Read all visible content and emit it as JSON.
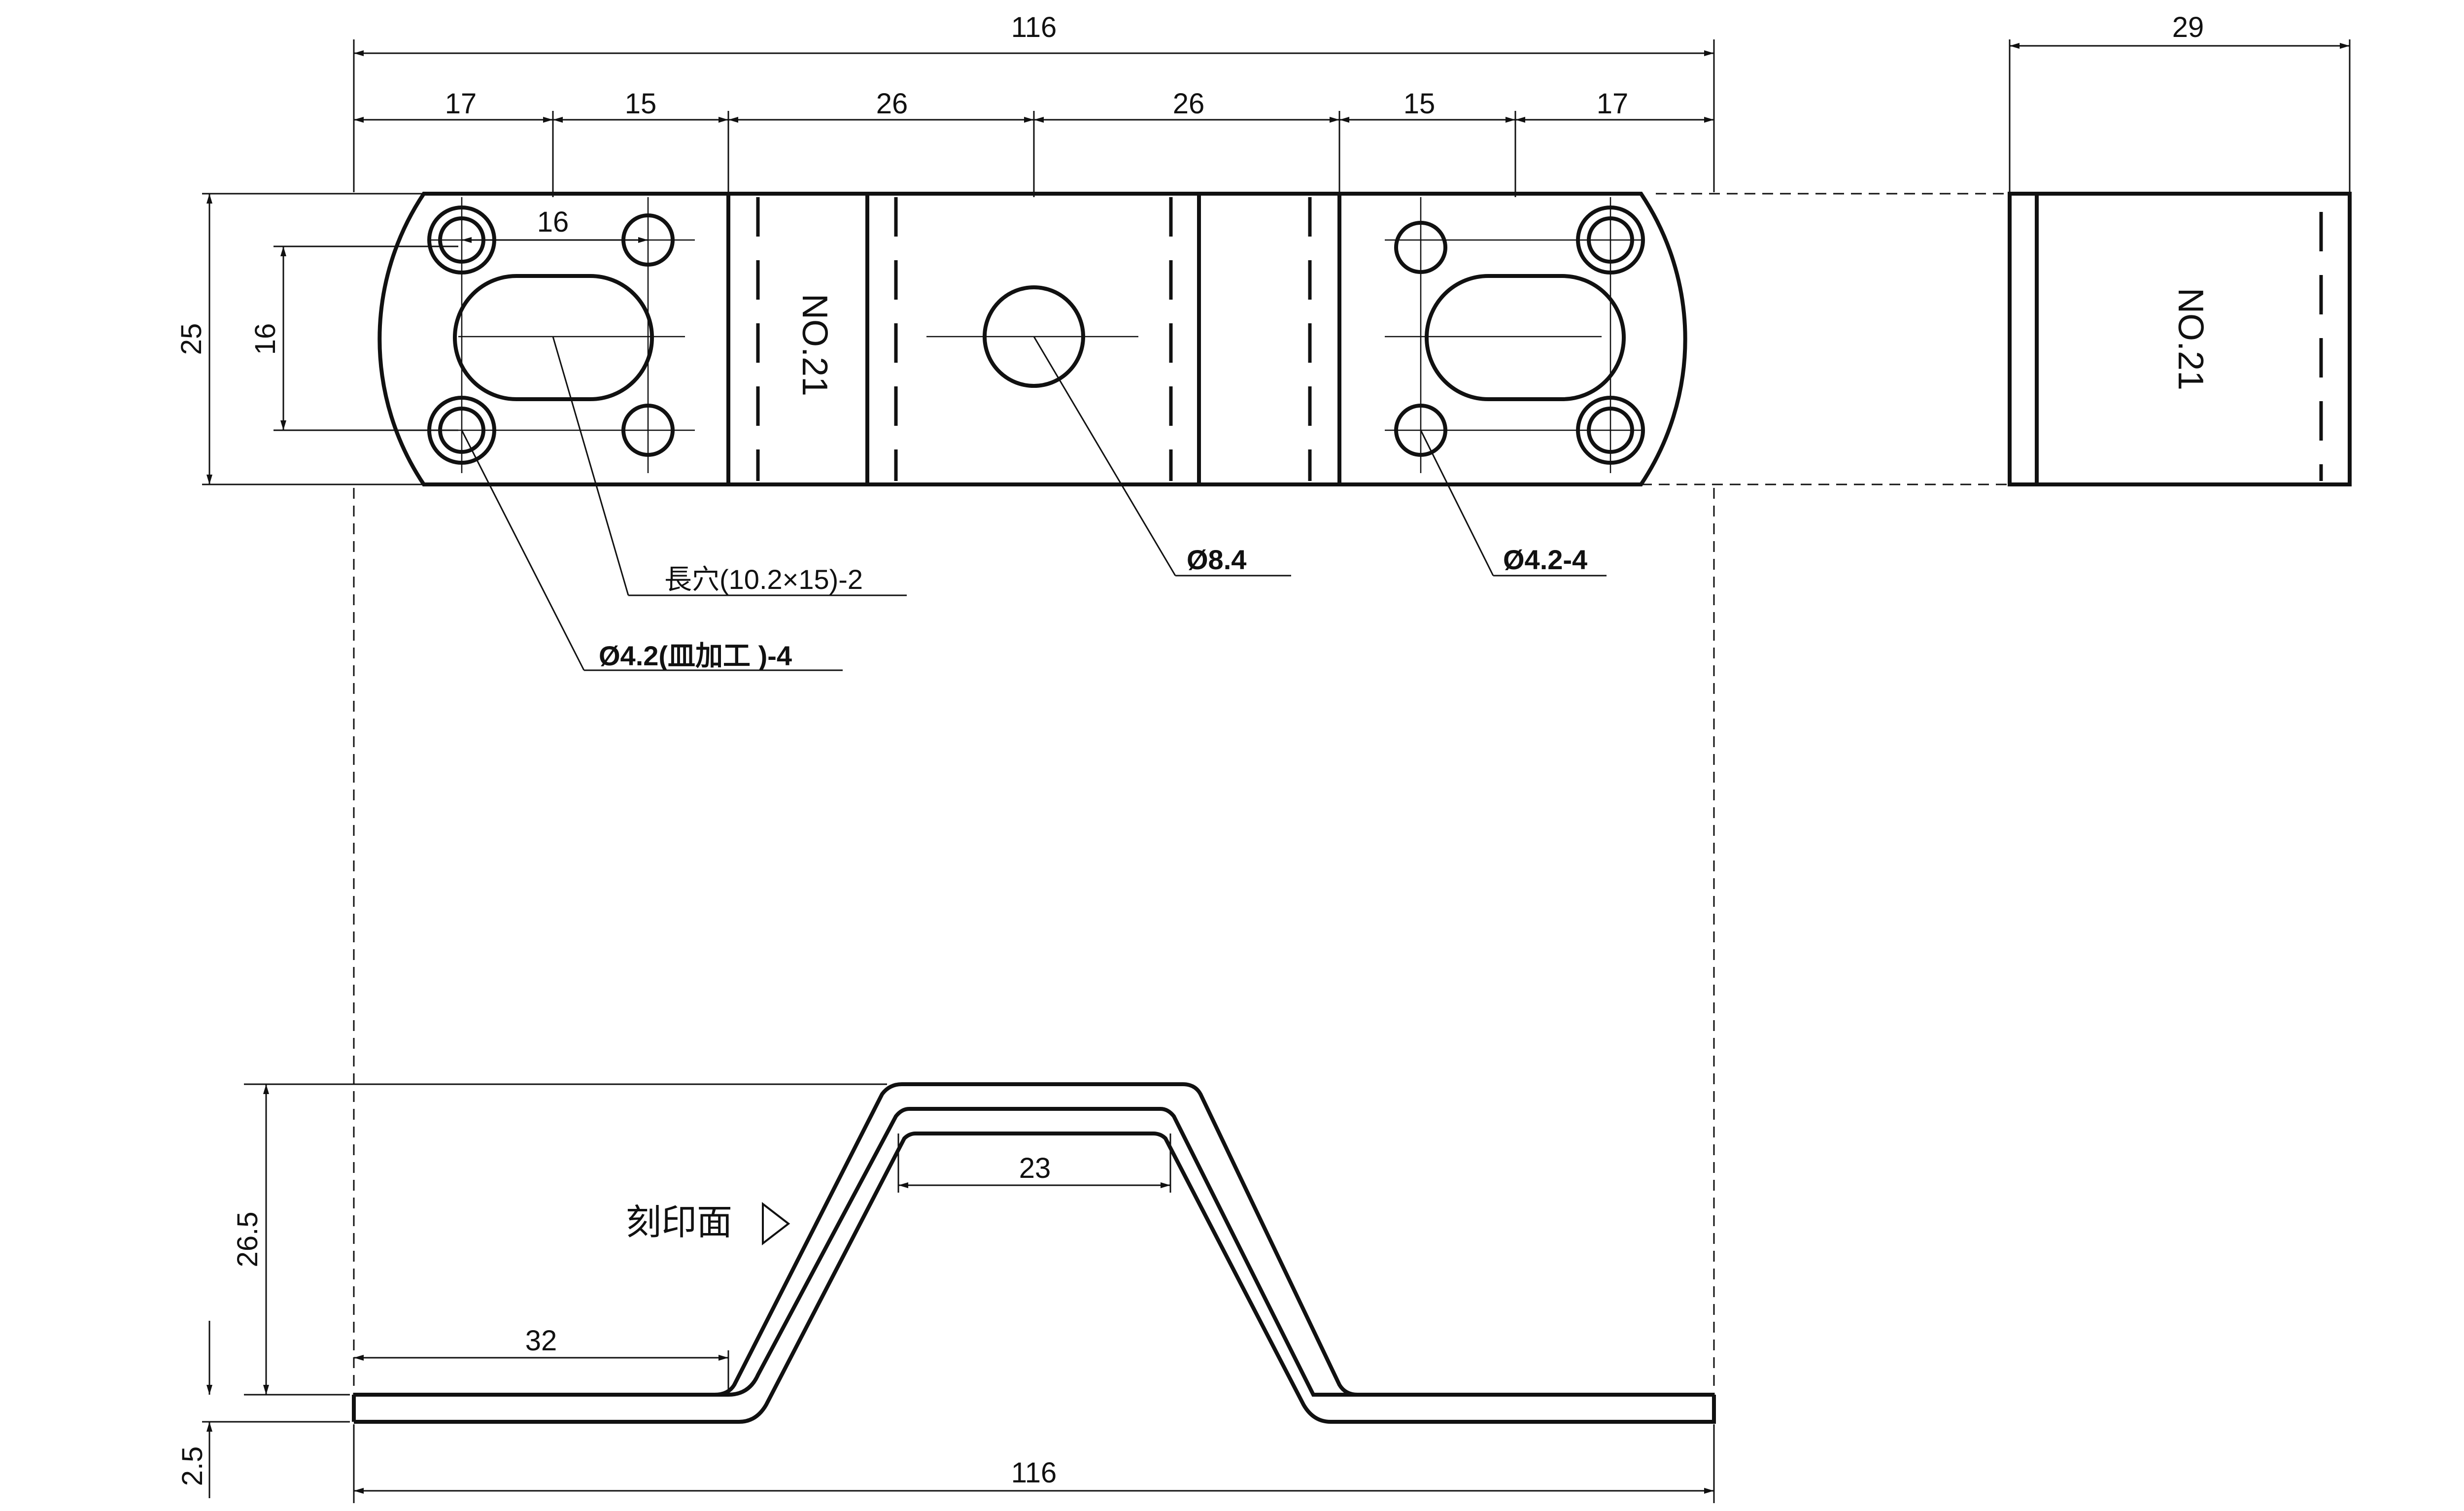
{
  "drawing": {
    "overall_width": "116",
    "side_width": "29",
    "top_dims": [
      "17",
      "15",
      "26",
      "26",
      "15",
      "17"
    ],
    "height_outer": "25",
    "height_inner": "16",
    "pitch_16": "16",
    "stamp_text": "NO.21",
    "note_slot": "長穴(10.2×15)-2",
    "note_center_hole": "Ø8.4",
    "note_holes_right": "Ø4.2-4",
    "note_holes_left": "Ø4.2(皿加工 )-4",
    "front_height": "26.5",
    "front_thickness": "2.5",
    "front_top_flat": "23",
    "front_flange": "32",
    "front_overall": "116",
    "stamp_face_label": "刻印面"
  }
}
